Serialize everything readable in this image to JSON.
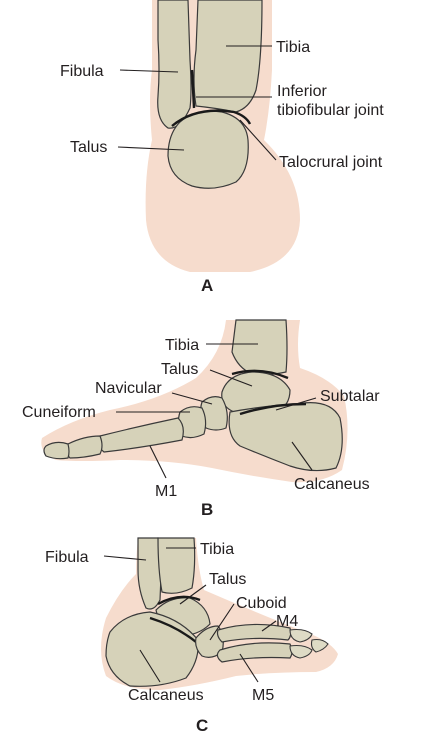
{
  "panels": {
    "a": {
      "letter": "A",
      "labels": {
        "fibula": "Fibula",
        "tibia": "Tibia",
        "inferior_line1": "Inferior",
        "inferior_line2": "tibiofibular joint",
        "talus": "Talus",
        "talocrural": "Talocrural joint"
      }
    },
    "b": {
      "letter": "B",
      "labels": {
        "tibia": "Tibia",
        "talus": "Talus",
        "navicular": "Navicular",
        "cuneiform": "Cuneiform",
        "subtalar": "Subtalar",
        "m1": "M1",
        "calcaneus": "Calcaneus"
      }
    },
    "c": {
      "letter": "C",
      "labels": {
        "fibula": "Fibula",
        "tibia": "Tibia",
        "talus": "Talus",
        "cuboid": "Cuboid",
        "m4": "M4",
        "m5": "M5",
        "calcaneus": "Calcaneus"
      }
    }
  },
  "colors": {
    "skin": "#f6dccd",
    "bone": "#d6d2b9",
    "outline": "#3a3a3a",
    "text": "#231f20"
  }
}
